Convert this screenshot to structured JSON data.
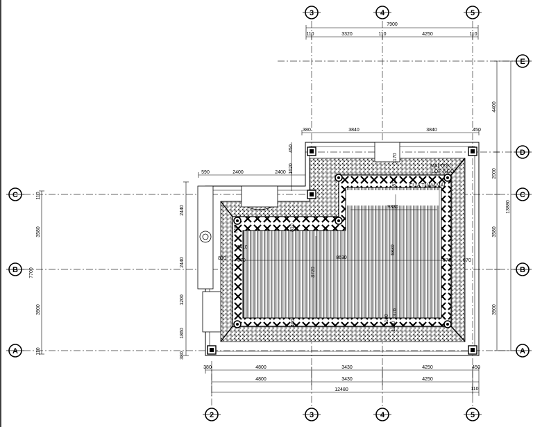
{
  "grid": {
    "top_axes": [
      "3",
      "4",
      "5"
    ],
    "bottom_axes": [
      "2",
      "3",
      "4",
      "5"
    ],
    "left_axes": [
      "C",
      "B",
      "A"
    ],
    "right_axes": [
      "E",
      "D",
      "C",
      "B",
      "A"
    ]
  },
  "dims": {
    "top_total": "7900",
    "top_segments": [
      "110",
      "3320",
      "110",
      "4250",
      "110"
    ],
    "roof_top": [
      "380",
      "3840",
      "3840",
      "450"
    ],
    "roof_left_top": [
      "590",
      "2400",
      "2400"
    ],
    "left_overall": "7700",
    "left_parts": [
      "110",
      "3580",
      "3900",
      "110"
    ],
    "left_inner": [
      "2440",
      "2440",
      "1200",
      "1860",
      "380"
    ],
    "left_small": [
      "450",
      "1620",
      "1170"
    ],
    "right_overall": "13880",
    "right_parts": [
      "4400",
      "2000",
      "3580",
      "3900"
    ],
    "bottom_row1": [
      "380",
      "4800",
      "3430",
      "4250",
      "450"
    ],
    "bottom_row2": [
      "4800",
      "3430",
      "4250",
      "110"
    ],
    "bottom_total": "12480",
    "interior": [
      "9330",
      "8630",
      "5830",
      "3720",
      "810",
      "1370",
      "1100",
      "870",
      "870",
      "810",
      "870",
      "810",
      "810",
      "400",
      "1410",
      "1100"
    ]
  },
  "labels": {
    "roof_note": "CỬA THAM MÁI",
    "mini_note1": "MÁI TÔN",
    "mini_note2": "LỢP NGÓI"
  }
}
